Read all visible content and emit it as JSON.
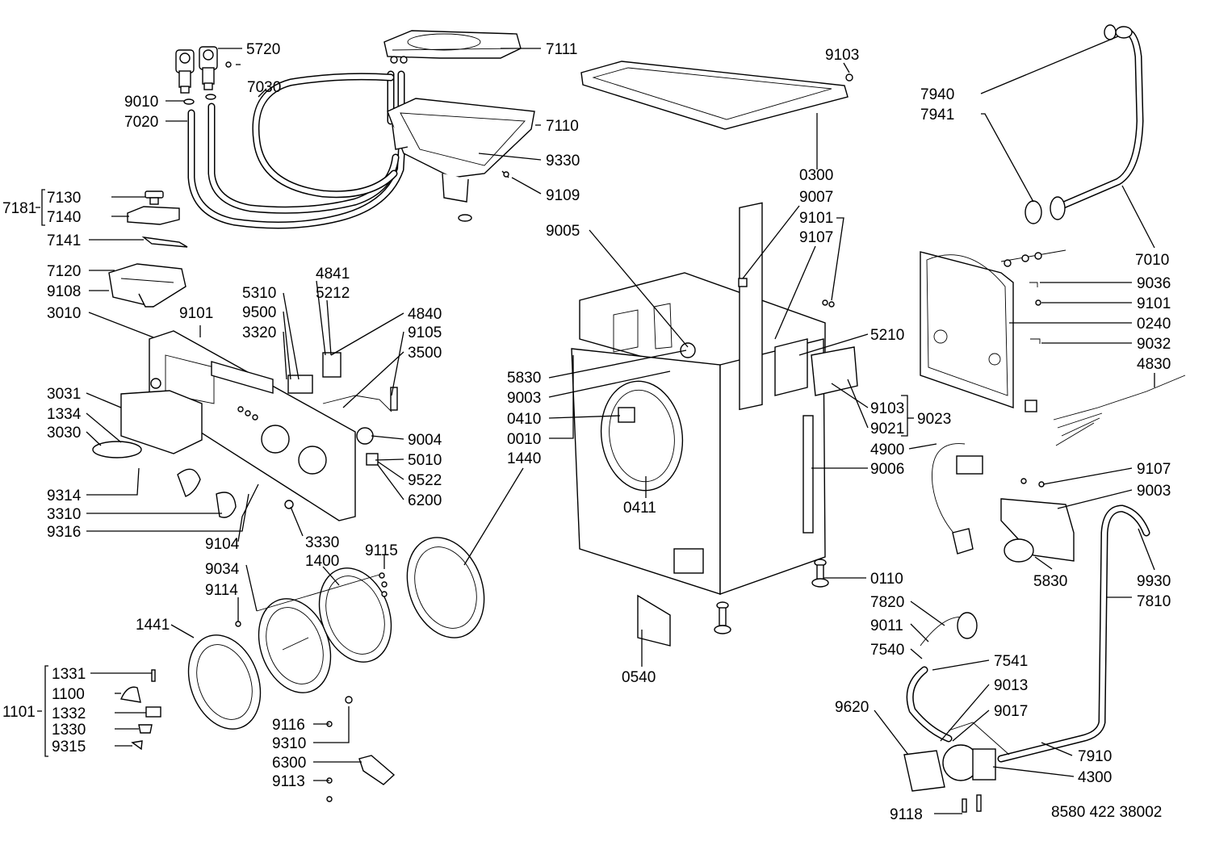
{
  "drawing_number": "8580 422 38002",
  "labels": {
    "l5720": "5720",
    "l7111": "7111",
    "l9103a": "9103",
    "l7030": "7030",
    "l9010": "9010",
    "l7020": "7020",
    "l7110": "7110",
    "l9330": "9330",
    "l9109": "9109",
    "l7181": "7181",
    "l7130": "7130",
    "l7140": "7140",
    "l7141": "7141",
    "l7120": "7120",
    "l9108": "9108",
    "l3010": "3010",
    "l9101a": "9101",
    "l5310": "5310",
    "l4841": "4841",
    "l5212": "5212",
    "l9500": "9500",
    "l4840": "4840",
    "l3320": "3320",
    "l9105": "9105",
    "l3500": "3500",
    "l3031": "3031",
    "l1334": "1334",
    "l3030": "3030",
    "l9004": "9004",
    "l5010": "5010",
    "l9522": "9522",
    "l6200": "6200",
    "l9314": "9314",
    "l3310": "3310",
    "l9316": "9316",
    "l9104": "9104",
    "l3330": "3330",
    "l9034": "9034",
    "l1400": "1400",
    "l9115": "9115",
    "l9114": "9114",
    "l1441": "1441",
    "l1331": "1331",
    "l1100": "1100",
    "l1101": "1101",
    "l1332": "1332",
    "l1330": "1330",
    "l9315": "9315",
    "l9116": "9116",
    "l9310": "9310",
    "l6300": "6300",
    "l9113": "9113",
    "l0300": "0300",
    "l9007": "9007",
    "l9101b": "9101",
    "l9107a": "9107",
    "l9005": "9005",
    "l5210": "5210",
    "l5830a": "5830",
    "l9003a": "9003",
    "l0410": "0410",
    "l0010": "0010",
    "l1440": "1440",
    "l0411": "0411",
    "l9103b": "9103",
    "l9021": "9021",
    "l9023": "9023",
    "l4900": "4900",
    "l9006": "9006",
    "l0110": "0110",
    "l0540": "0540",
    "l7940": "7940",
    "l7941": "7941",
    "l7010": "7010",
    "l9036": "9036",
    "l9101c": "9101",
    "l0240": "0240",
    "l9032": "9032",
    "l4830": "4830",
    "l9107b": "9107",
    "l9003b": "9003",
    "l5830b": "5830",
    "l9930": "9930",
    "l7810": "7810",
    "l7820": "7820",
    "l9011": "9011",
    "l7540": "7540",
    "l7541": "7541",
    "l9013": "9013",
    "l9620": "9620",
    "l9017": "9017",
    "l7910": "7910",
    "l4300": "4300",
    "l9118": "9118"
  }
}
